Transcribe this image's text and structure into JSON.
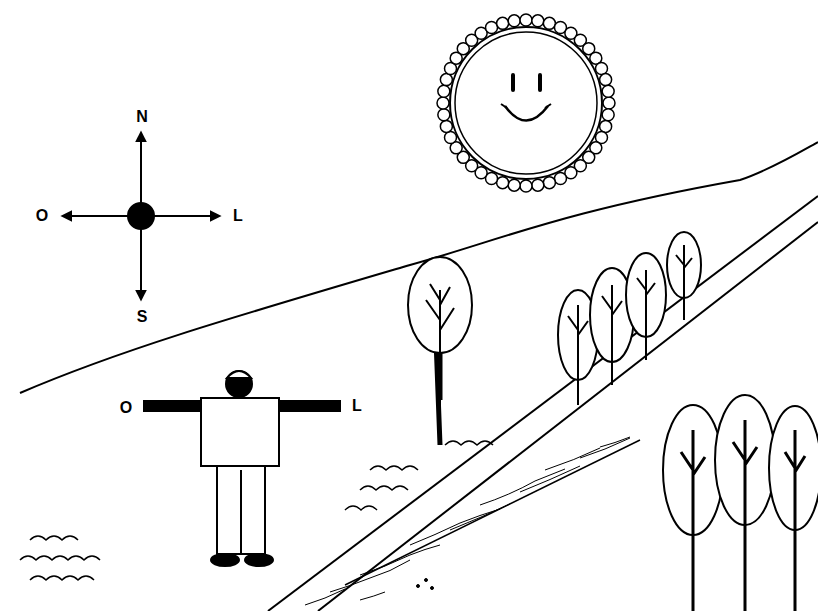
{
  "diagram": {
    "labels": [
      "N",
      "O",
      "L",
      "S",
      "O",
      "L"
    ]
  }
}
